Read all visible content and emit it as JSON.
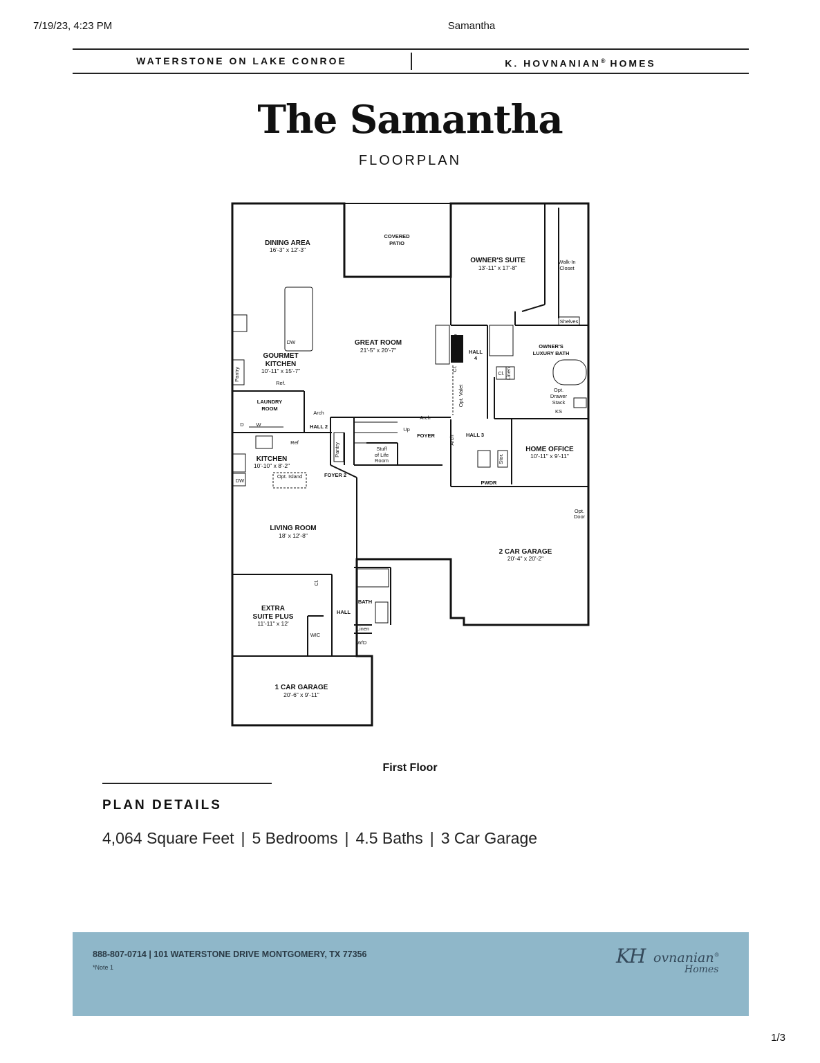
{
  "print_header": {
    "date": "7/19/23, 4:23 PM",
    "title": "Samantha",
    "page": "1/3"
  },
  "topbar": {
    "community": "WATERSTONE ON LAKE CONROE",
    "builder": "K. HOVNANIAN",
    "builder_mark": "®",
    "builder_suffix": " HOMES"
  },
  "title": "The Samantha",
  "subtitle": "FLOORPLAN",
  "floorplan": {
    "caption": "First Floor",
    "rooms": [
      {
        "id": "dining",
        "name": "DINING AREA",
        "dims": "16'-3\" x 12'-3\""
      },
      {
        "id": "patio",
        "name1": "COVERED",
        "name2": "PATIO"
      },
      {
        "id": "owners",
        "name": "OWNER'S SUITE",
        "dims": "13'-11\" x 17'-8\""
      },
      {
        "id": "walkin",
        "name1": "Walk-In",
        "name2": "Closet"
      },
      {
        "id": "great",
        "name": "GREAT ROOM",
        "dims": "21'-5\" x 20'-7\""
      },
      {
        "id": "gourmet",
        "name1": "GOURMET",
        "name2": "KITCHEN",
        "dims": "10'-11\" x 15'-7\""
      },
      {
        "id": "laundry",
        "name1": "LAUNDRY",
        "name2": "ROOM"
      },
      {
        "id": "luxbath",
        "name1": "OWNER'S",
        "name2": "LUXURY BATH"
      },
      {
        "id": "kitchen",
        "name": "KITCHEN",
        "dims": "10'-10\" x 8'-2\""
      },
      {
        "id": "foyer",
        "name": "FOYER"
      },
      {
        "id": "hall3",
        "name": "HALL 3"
      },
      {
        "id": "office",
        "name": "HOME OFFICE",
        "dims": "10'-11\" x 9'-11\""
      },
      {
        "id": "living",
        "name": "LIVING ROOM",
        "dims": "18' x 12'-8\""
      },
      {
        "id": "garage2",
        "name": "2 CAR GARAGE",
        "dims": "20'-4\" x 20'-2\""
      },
      {
        "id": "extra",
        "name1": "EXTRA",
        "name2": "SUITE PLUS",
        "dims": "11'-11\" x 12'"
      },
      {
        "id": "garage1",
        "name": "1 CAR GARAGE",
        "dims": "20'-6\" x 9'-11\""
      }
    ],
    "small_labels": {
      "hall4_a": "HALL",
      "hall4_b": "4",
      "hall2": "HALL 2",
      "foyer2": "FOYER 2",
      "hall": "HALL",
      "bath": "BATH",
      "pwdr": "PWDR",
      "fireplace": "Fireplace",
      "opt_valet": "Opt. Valet",
      "arch1": "Arch",
      "arch2": "Arch",
      "arch3": "Arch",
      "pantry1": "Pantry",
      "pantry2": "Pantry",
      "ref1": "Ref.",
      "ref2": "Ref",
      "dw1": "DW",
      "dw2": "DW",
      "d": "D",
      "w": "W",
      "opt_island": "Opt. Island",
      "up": "Up",
      "stuff1": "Stuff",
      "stuff2": "of Life",
      "stuff3": "Room",
      "shelves": "Shelves",
      "cl1": "Cl.",
      "cl2": "Cl.",
      "cl3": "Cl.",
      "linen1": "Linen",
      "linen2": "Linen",
      "opt_drawer1": "Opt.",
      "opt_drawer2": "Drawer",
      "opt_drawer3": "Stack",
      "ks": "KS",
      "stor": "Stor.",
      "opt_door1": "Opt.",
      "opt_door2": "Door",
      "wic": "WIC",
      "wd": "W/D"
    }
  },
  "plan_details": {
    "heading": "PLAN DETAILS",
    "stats": [
      "4,064 Square Feet",
      "5 Bedrooms",
      "4.5 Baths",
      "3 Car Garage"
    ],
    "separator": "|"
  },
  "footer": {
    "contact": "888-807-0714 | 101 WATERSTONE DRIVE MONTGOMERY, TX 77356",
    "note": "*Note 1",
    "logo_kh": "KH",
    "logo_ovnanian": "ovnanian",
    "logo_mark": "®",
    "logo_homes": "Homes"
  }
}
